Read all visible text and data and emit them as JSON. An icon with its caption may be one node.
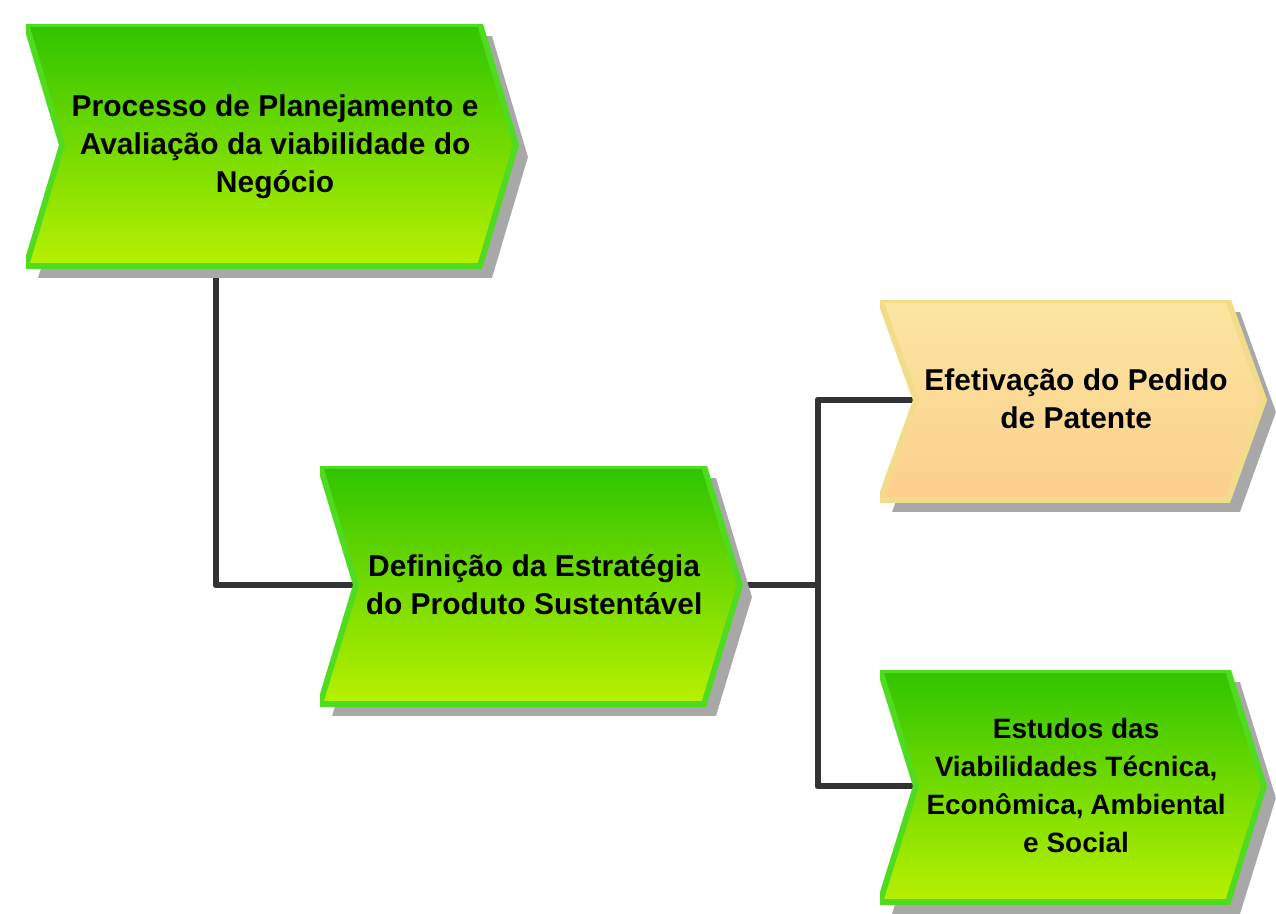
{
  "diagram": {
    "nodes": [
      {
        "text": [
          "Processo de Planejamento e Avaliação da viabilidade do Negócio"
        ]
      },
      {
        "text": [
          "Definição da Estratégia do Produto Sustentável"
        ]
      },
      {
        "text": [
          "Efetivação do Pedido de Patente"
        ]
      },
      {
        "text": [
          "Estudos das Viabilidades Técnica, Econômica, Ambiental e Social"
        ]
      }
    ],
    "edges": [
      {
        "from": 0,
        "to": 1,
        "arrow": "none"
      },
      {
        "from": 1,
        "to": 2,
        "arrow": "none"
      },
      {
        "from": 1,
        "to": 3,
        "arrow": "none"
      }
    ]
  }
}
